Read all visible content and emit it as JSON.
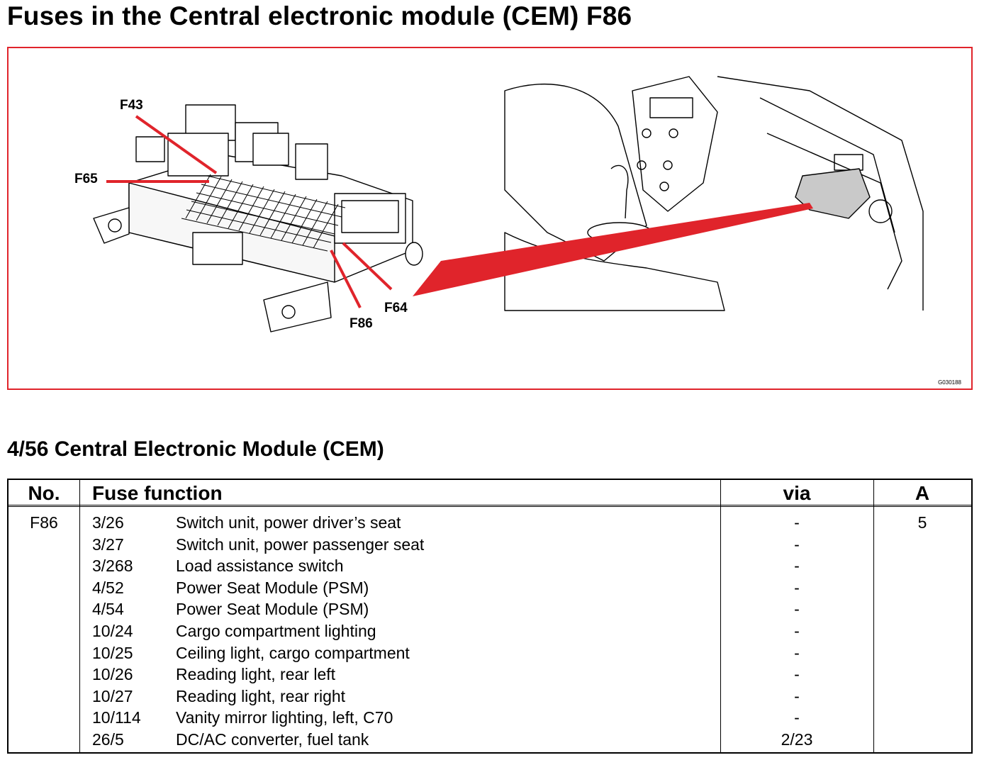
{
  "page": {
    "title": "Fuses in the Central electronic module (CEM) F86",
    "figure_code": "G030188",
    "callouts": {
      "f43": "F43",
      "f65": "F65",
      "f86": "F86",
      "f64": "F64"
    },
    "accent_color": "#e0242b"
  },
  "section": {
    "title": "4/56 Central Electronic Module (CEM)"
  },
  "table": {
    "headers": {
      "no": "No.",
      "function": "Fuse function",
      "via": "via",
      "amp": "A"
    },
    "rows": [
      {
        "no": "F86",
        "ref": "3/26",
        "function": "Switch unit, power driver’s seat",
        "via": "-",
        "amp": "5"
      },
      {
        "no": "",
        "ref": "3/27",
        "function": "Switch unit, power passenger seat",
        "via": "-",
        "amp": ""
      },
      {
        "no": "",
        "ref": "3/268",
        "function": "Load assistance switch",
        "via": "-",
        "amp": ""
      },
      {
        "no": "",
        "ref": "4/52",
        "function": "Power Seat Module (PSM)",
        "via": "-",
        "amp": ""
      },
      {
        "no": "",
        "ref": "4/54",
        "function": "Power Seat Module (PSM)",
        "via": "-",
        "amp": ""
      },
      {
        "no": "",
        "ref": "10/24",
        "function": "Cargo compartment lighting",
        "via": "-",
        "amp": ""
      },
      {
        "no": "",
        "ref": "10/25",
        "function": "Ceiling light, cargo compartment",
        "via": "-",
        "amp": ""
      },
      {
        "no": "",
        "ref": "10/26",
        "function": "Reading light, rear left",
        "via": "-",
        "amp": ""
      },
      {
        "no": "",
        "ref": "10/27",
        "function": "Reading light, rear right",
        "via": "-",
        "amp": ""
      },
      {
        "no": "",
        "ref": "10/114",
        "function": "Vanity mirror lighting, left, C70",
        "via": "-",
        "amp": ""
      },
      {
        "no": "",
        "ref": "26/5",
        "function": "DC/AC converter, fuel tank",
        "via": "2/23",
        "amp": ""
      }
    ]
  }
}
